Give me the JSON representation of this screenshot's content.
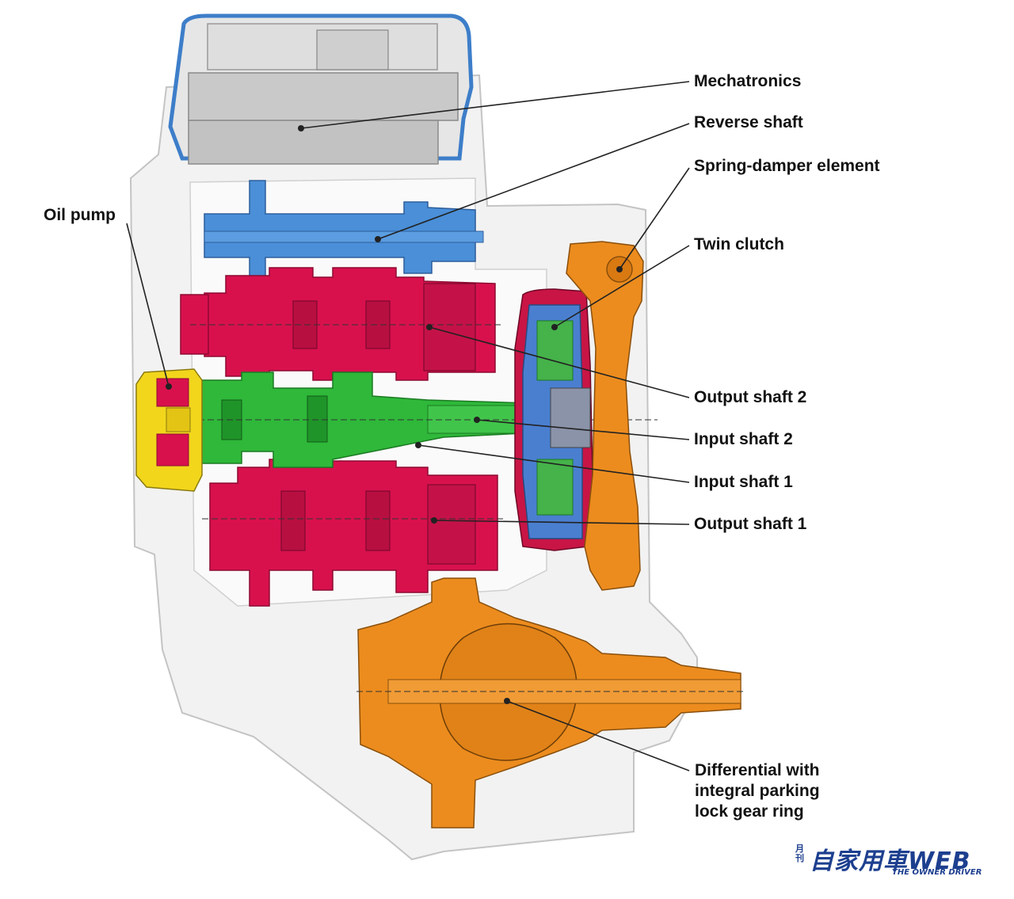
{
  "labels": {
    "mechatronics": "Mechatronics",
    "reverse_shaft": "Reverse shaft",
    "spring_damper": "Spring-damper element",
    "twin_clutch": "Twin clutch",
    "output_shaft_2": "Output shaft 2",
    "input_shaft_2": "Input shaft 2",
    "input_shaft_1": "Input shaft 1",
    "output_shaft_1": "Output shaft 1",
    "oil_pump": "Oil pump",
    "differential_lines": [
      "Differential with",
      "integral parking",
      "lock gear ring"
    ]
  },
  "logo": {
    "small": "月刊",
    "main": "自家用車WEB",
    "sub": "THE OWNER DRIVER"
  },
  "colors": {
    "housing": "#f1f1f1",
    "housing_stroke": "#bdbdbd",
    "mechatronics": "#c9c9c9",
    "mechatronics_cover": "#3d7ec9",
    "reverse_shaft": "#4a8fd8",
    "output_shafts": "#d8114d",
    "input_shafts": "#2fb83a",
    "oil_pump": "#f2d61c",
    "clutch_drum": "#c81545",
    "clutch_blue": "#4a7fd0",
    "damper_differential": "#ec8c1e",
    "leader_line": "#222222"
  }
}
